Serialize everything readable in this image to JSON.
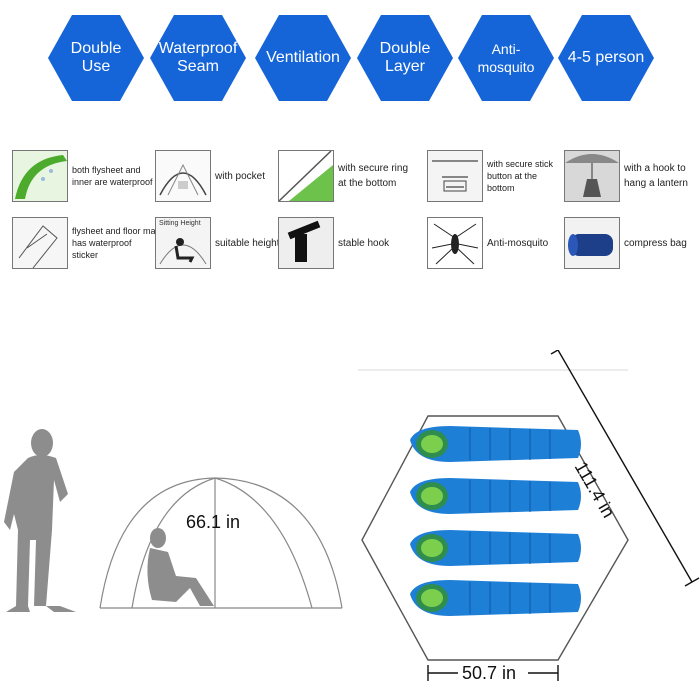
{
  "badges": [
    {
      "label": "Double\nUse"
    },
    {
      "label": "Waterproof\nSeam"
    },
    {
      "label": "Ventilation"
    },
    {
      "label": "Double\nLayer"
    },
    {
      "label": "Anti-mosquito"
    },
    {
      "label": "4-5 person"
    }
  ],
  "features": [
    {
      "label": "both flysheet and inner are waterproof",
      "icon": "waterproof-tent-icon"
    },
    {
      "label": "with pocket",
      "icon": "tent-pocket-icon"
    },
    {
      "label": "with secure ring at the bottom",
      "icon": "secure-ring-icon"
    },
    {
      "label": "with secure stick button at the bottom",
      "icon": "stick-button-icon"
    },
    {
      "label": "with a hook to hang a lantern",
      "icon": "lantern-hook-icon"
    },
    {
      "label": "flysheet and floor mat has waterproof sticker",
      "icon": "waterproof-sticker-icon"
    },
    {
      "label": "suitable height",
      "icon": "sitting-height-icon",
      "thumb_text": "Sitting Height"
    },
    {
      "label": "stable hook",
      "icon": "stable-hook-icon"
    },
    {
      "label": "Anti-mosquito",
      "icon": "mosquito-icon"
    },
    {
      "label": "compress bag",
      "icon": "compress-bag-icon"
    }
  ],
  "dimensions": {
    "height": "66.1 in",
    "length": "111.4 in",
    "width": "50.7 in"
  },
  "colors": {
    "badge_blue": "#1565d8",
    "bag_blue": "#1e7fd6",
    "bag_green": "#7ccf4c"
  }
}
